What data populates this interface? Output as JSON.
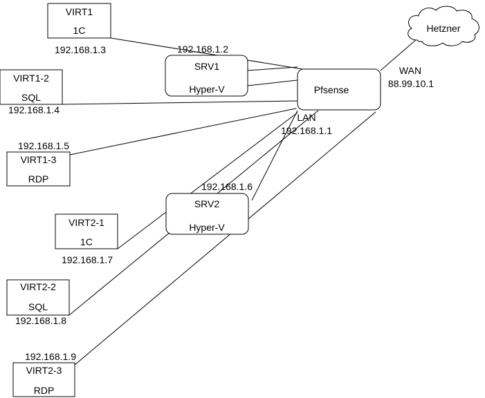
{
  "colors": {
    "stroke": "#000000",
    "background": "#ffffff",
    "text": "#000000"
  },
  "nodes": {
    "virt1": {
      "name": "VIRT1",
      "role": "1C",
      "ip": "192.168.1.3"
    },
    "virt1_2": {
      "name": "VIRT1-2",
      "role": "SQL",
      "ip": "192.168.1.4"
    },
    "virt1_3": {
      "name": "VIRT1-3",
      "role": "RDP",
      "ip": "192.168.1.5"
    },
    "srv1": {
      "name": "SRV1",
      "role": "Hyper-V",
      "ip": "192.168.1.2"
    },
    "srv2": {
      "name": "SRV2",
      "role": "Hyper-V",
      "ip": "192.168.1.6"
    },
    "virt2_1": {
      "name": "VIRT2-1",
      "role": "1C",
      "ip": "192.168.1.7"
    },
    "virt2_2": {
      "name": "VIRT2-2",
      "role": "SQL",
      "ip": "192.168.1.8"
    },
    "virt2_3": {
      "name": "VIRT2-3",
      "role": "RDP",
      "ip": "192.168.1.9"
    },
    "pfsense": {
      "name": "Pfsense",
      "lan_label": "LAN",
      "lan_ip": "192.168.1.1",
      "wan_label": "WAN",
      "wan_ip": "88.99.10.1"
    },
    "hetzner": {
      "name": "Hetzner"
    }
  }
}
